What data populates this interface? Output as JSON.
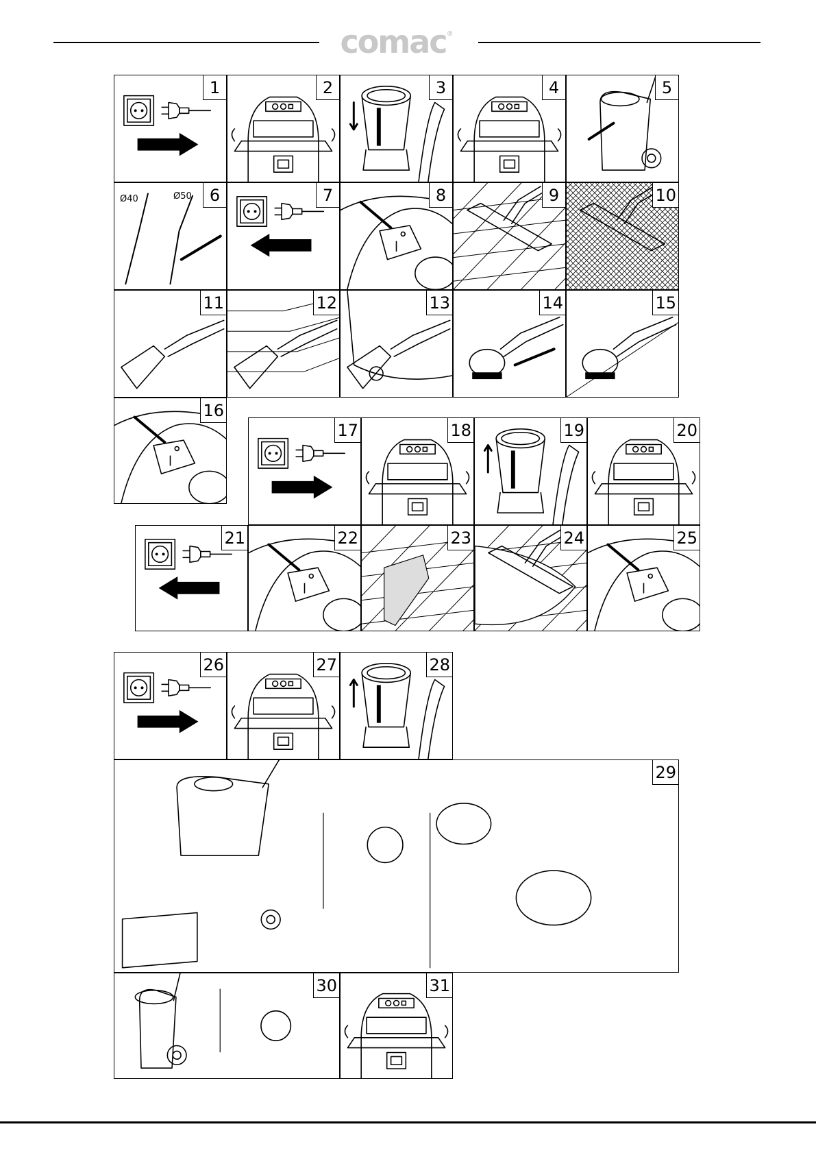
{
  "header": {
    "logo_text": "comac",
    "logo_mark": "®",
    "logo_color": "#c8c8c8"
  },
  "steps": [
    {
      "n": "1",
      "icon": "plug-socket-icon",
      "action": "insert"
    },
    {
      "n": "2",
      "icon": "vacuum-head-icon"
    },
    {
      "n": "3",
      "icon": "tank-insert-icon"
    },
    {
      "n": "4",
      "icon": "vacuum-head-icon"
    },
    {
      "n": "5",
      "icon": "hose-connect-icon"
    },
    {
      "n": "6",
      "icon": "tube-assembly-icon"
    },
    {
      "n": "7",
      "icon": "plug-socket-icon",
      "action": "remove"
    },
    {
      "n": "8",
      "icon": "power-switch-icon"
    },
    {
      "n": "9",
      "icon": "floor-nozzle-tiles-icon"
    },
    {
      "n": "10",
      "icon": "floor-nozzle-carpet-icon"
    },
    {
      "n": "11",
      "icon": "crevice-nozzle-icon"
    },
    {
      "n": "12",
      "icon": "stairs-nozzle-icon"
    },
    {
      "n": "13",
      "icon": "upholstery-nozzle-icon"
    },
    {
      "n": "14",
      "icon": "brush-attach-icon"
    },
    {
      "n": "15",
      "icon": "brush-clean-icon"
    },
    {
      "n": "16",
      "icon": "power-switch-icon"
    },
    {
      "n": "17",
      "icon": "plug-socket-icon",
      "action": "insert"
    },
    {
      "n": "18",
      "icon": "vacuum-head-icon"
    },
    {
      "n": "19",
      "icon": "tank-insert-icon"
    },
    {
      "n": "20",
      "icon": "vacuum-head-icon"
    },
    {
      "n": "21",
      "icon": "plug-socket-icon",
      "action": "remove"
    },
    {
      "n": "22",
      "icon": "power-switch-icon"
    },
    {
      "n": "23",
      "icon": "wet-floor-icon"
    },
    {
      "n": "24",
      "icon": "floor-nozzle-wet-icon"
    },
    {
      "n": "25",
      "icon": "power-switch-icon"
    },
    {
      "n": "26",
      "icon": "plug-socket-icon",
      "action": "insert"
    },
    {
      "n": "27",
      "icon": "vacuum-head-icon"
    },
    {
      "n": "28",
      "icon": "tank-insert-icon"
    },
    {
      "n": "29",
      "icon": "drain-tank-icon"
    },
    {
      "n": "30",
      "icon": "drain-valve-icon"
    },
    {
      "n": "31",
      "icon": "vacuum-head-icon"
    }
  ],
  "step6_labels": {
    "d40": "Ø40",
    "d50": "Ø50"
  }
}
